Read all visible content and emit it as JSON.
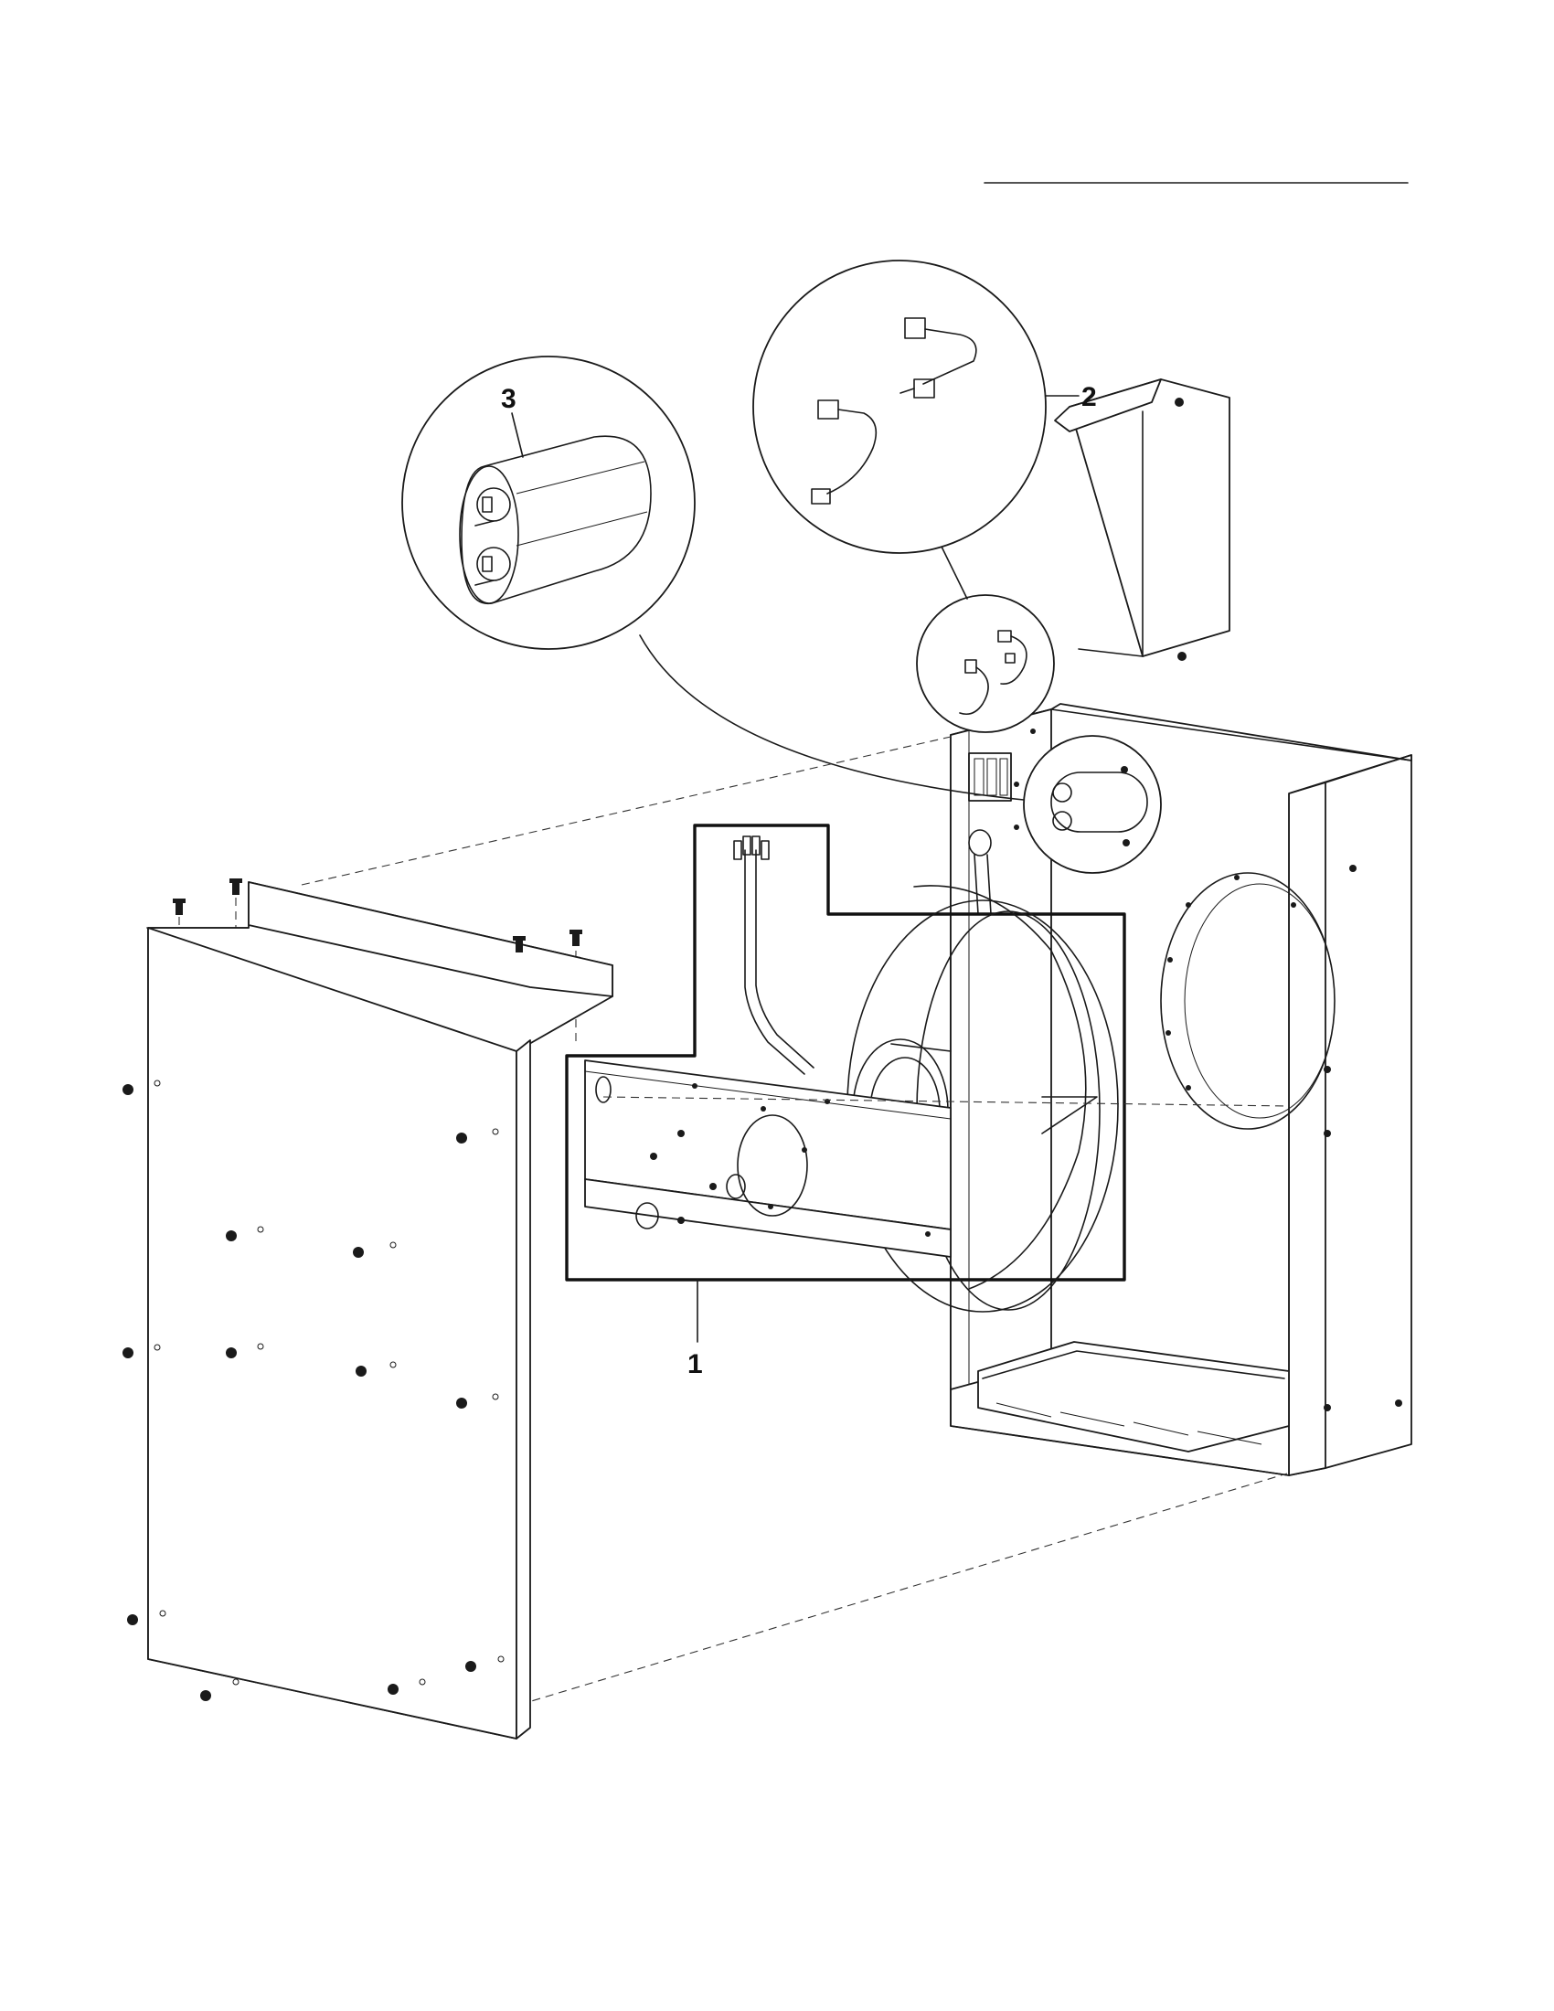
{
  "diagram": {
    "type": "exploded-parts-view",
    "callouts": [
      {
        "id": "blower-assembly",
        "label": "1"
      },
      {
        "id": "wire-harness",
        "label": "2"
      },
      {
        "id": "capacitor",
        "label": "3"
      }
    ]
  }
}
